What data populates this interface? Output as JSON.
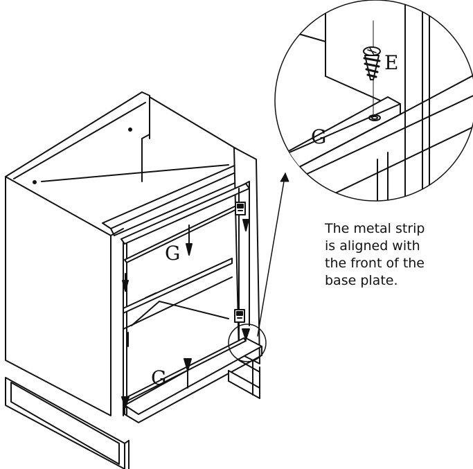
{
  "labels": {
    "strip_upper": "G",
    "strip_lower": "G",
    "zoom_strip": "G",
    "zoom_screw": "E"
  },
  "caption": {
    "lines": [
      "The metal strip",
      "is aligned with",
      "the front of the",
      "base plate."
    ]
  },
  "colors": {
    "ink": "#111111",
    "paper": "#ffffff"
  }
}
